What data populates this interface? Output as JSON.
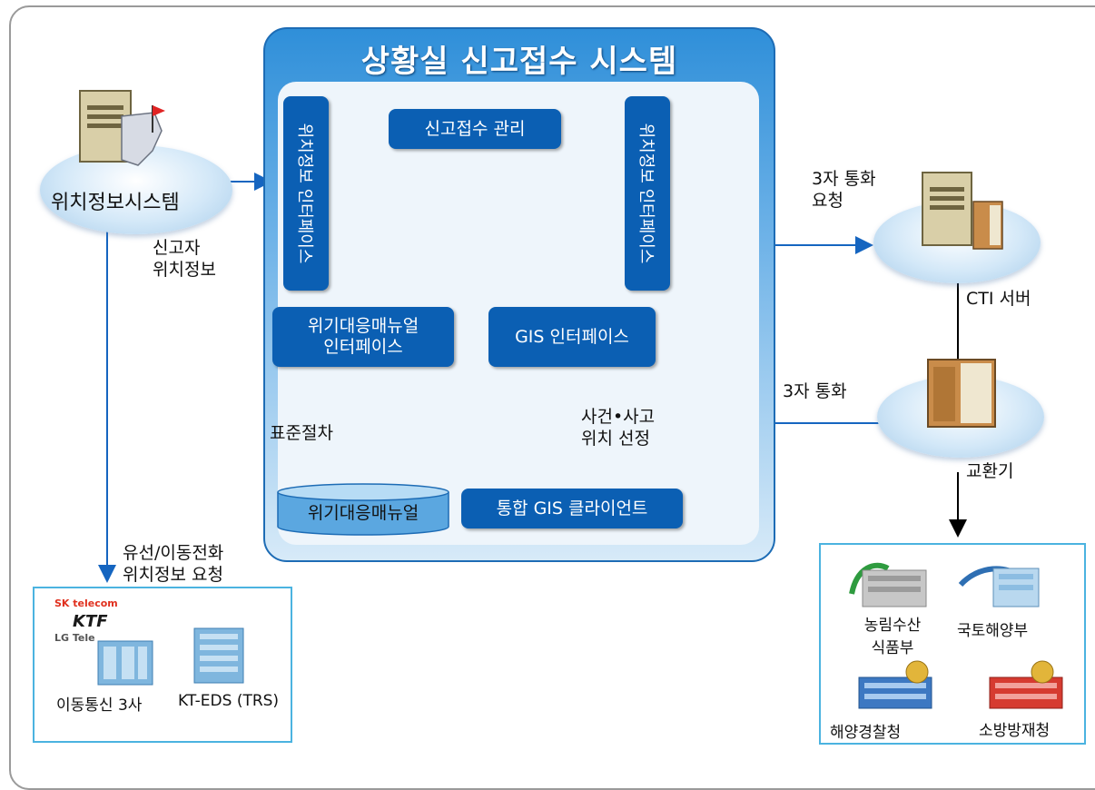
{
  "system": {
    "title": "상황실 신고접수 시스템"
  },
  "boxes": {
    "report_mgmt": "신고접수 관리",
    "loc_if_left": "위치정보 인터페이스",
    "loc_if_right": "위치정보 인터페이스",
    "crisis_if_line1": "위기대응매뉴얼",
    "crisis_if_line2": "인터페이스",
    "gis_if": "GIS 인터페이스",
    "gis_client": "통합 GIS 클라이언트",
    "crisis_db": "위기대응매뉴얼"
  },
  "labels": {
    "loc_system": "위치정보시스템",
    "reporter_loc_line1": "신고자",
    "reporter_loc_line2": "위치정보",
    "standard_proc": "표준절차",
    "incident_line1": "사건•사고",
    "incident_line2": "위치 선정",
    "three_way_req_line1": "3자 통화",
    "three_way_req_line2": "요청",
    "cti_server": "CTI 서버",
    "three_way": "3자 통화",
    "exchange": "교환기",
    "mobile_req_line1": "유선/이동전화",
    "mobile_req_line2": "위치정보 요청"
  },
  "carriers_panel": {
    "logos": [
      "SK telecom",
      "KTF",
      "LG Tele"
    ],
    "items": [
      "이동통신 3사",
      "KT-EDS (TRS)"
    ]
  },
  "agencies_panel": {
    "items": [
      {
        "line1": "농림수산",
        "line2": "식품부"
      },
      {
        "line1": "국토해양부",
        "line2": ""
      },
      {
        "line1": "해양경찰청",
        "line2": ""
      },
      {
        "line1": "소방방재청",
        "line2": ""
      }
    ]
  },
  "colors": {
    "box_blue": "#0b5fb3",
    "system_blue": "#2f8fd9",
    "line": "#1565c0",
    "panel_border": "#4bb3e0"
  }
}
